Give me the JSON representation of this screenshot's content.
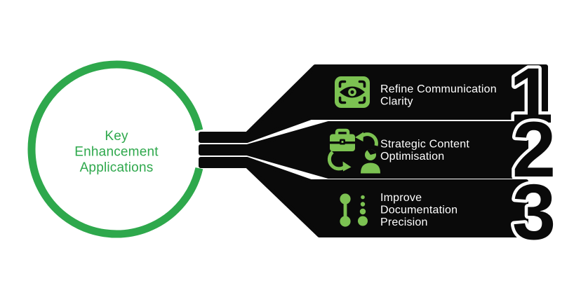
{
  "title": "Key Enhancement Applications infographic",
  "colors": {
    "circle_green": "#2EA84C",
    "icon_green": "#7CC252",
    "banner_black": "#0a0a0a",
    "text_white": "#ffffff",
    "background": "#ffffff"
  },
  "center_circle": {
    "line1": "Key",
    "line2": "Enhancement",
    "line3": "Applications"
  },
  "items": [
    {
      "number": "1",
      "icon": "eye-focus-icon",
      "label_line1": "Refine Communication",
      "label_line2": "Clarity"
    },
    {
      "number": "2",
      "icon": "content-exchange-icon",
      "label_line1": "Strategic Content",
      "label_line2": "Optimisation"
    },
    {
      "number": "3",
      "icon": "timeline-dots-icon",
      "label_line1": "Improve",
      "label_line2": "Documentation",
      "label_line3": "Precision"
    }
  ]
}
